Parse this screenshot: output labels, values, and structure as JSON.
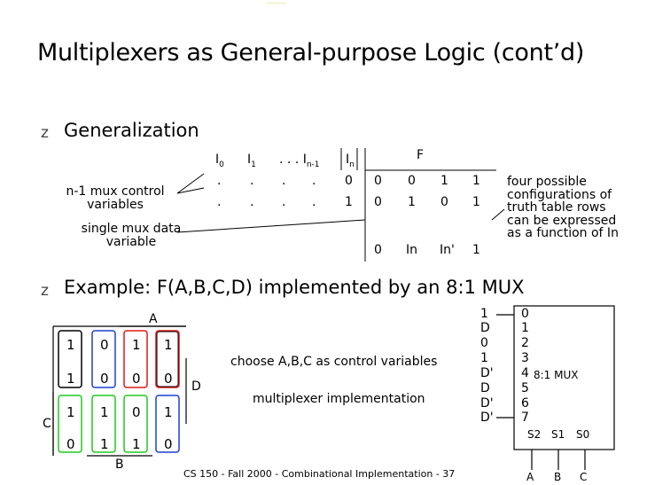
{
  "slide": {
    "title": "Multiplexers as General-purpose Logic (cont’d)",
    "bullet_glyph": "z",
    "bullet1": "Generalization",
    "bullet2": "Example: F(A,B,C,D) implemented by an 8:1 MUX",
    "footer": "CS 150 - Fall 2000 - Combinational Implementation - 37"
  },
  "generalization": {
    "headers": [
      {
        "base": "I",
        "sub": "0"
      },
      {
        "base": "I",
        "sub": "1"
      },
      {
        "base": ". . . I",
        "sub": "n-1"
      },
      {
        "base": "I",
        "sub": "n"
      }
    ],
    "f_header": "F",
    "dots": ".",
    "rows": [
      {
        "in": "0",
        "f": [
          "0",
          "0",
          "1",
          "1"
        ]
      },
      {
        "in": "1",
        "f": [
          "0",
          "1",
          "0",
          "1"
        ]
      }
    ],
    "summary": [
      "0",
      "In",
      "In'",
      "1"
    ],
    "label_control": "n-1 mux control variables",
    "label_data": "single mux data variable",
    "note": "four possible configurations of truth table rows can be expressed as a function of In"
  },
  "kmap": {
    "label_A": "A",
    "label_B": "B",
    "label_C": "C",
    "label_D": "D",
    "cells": [
      [
        "1",
        "0",
        "1",
        "1"
      ],
      [
        "1",
        "0",
        "0",
        "0"
      ],
      [
        "1",
        "1",
        "0",
        "1"
      ],
      [
        "0",
        "1",
        "1",
        "0"
      ]
    ],
    "choose_text": "choose A,B,C as control variables",
    "impl_text": "multiplexer implementation",
    "colors": {
      "black": "#000000",
      "blue": "#1f3fd0",
      "red": "#e01818",
      "green": "#22c81e"
    }
  },
  "mux": {
    "inputs": [
      "1",
      "D",
      "0",
      "1",
      "D'",
      "D",
      "D'",
      "D'"
    ],
    "indices": [
      "0",
      "1",
      "2",
      "3",
      "4",
      "5",
      "6",
      "7"
    ],
    "label": "8:1 MUX",
    "selects": [
      "S2",
      "S1",
      "S0"
    ],
    "select_vars": [
      "A",
      "B",
      "C"
    ]
  }
}
